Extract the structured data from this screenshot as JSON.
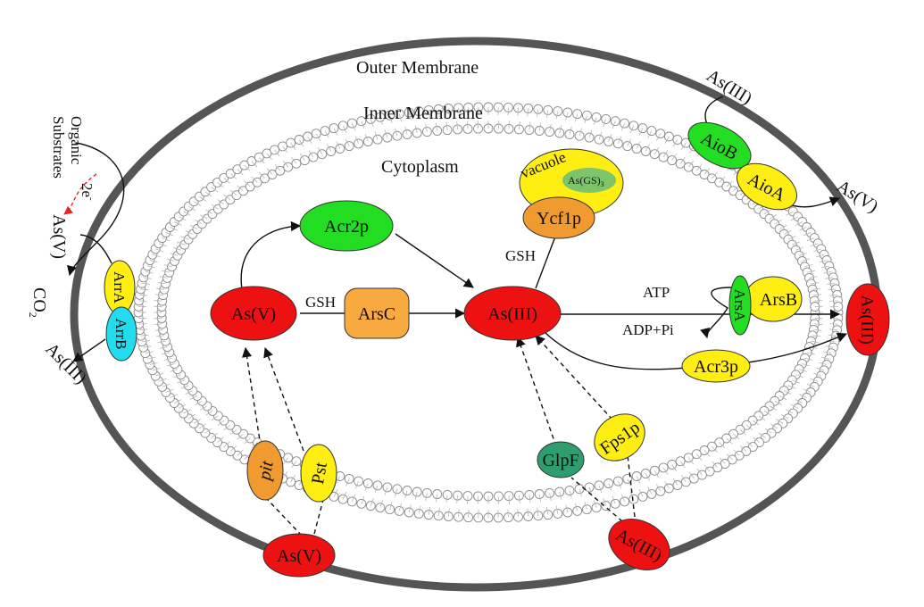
{
  "labels": {
    "outer_membrane": "Outer Membrane",
    "inner_membrane": "Inner Membrane",
    "cytoplasm": "Cytoplasm",
    "vacuole": "vacuole",
    "as_gs3": "As(GS)",
    "as_gs3_sub": "3",
    "gsh_left": "GSH",
    "gsh_top": "GSH",
    "atp": "ATP",
    "adp_pi": "ADP+Pi",
    "organic_substrates": [
      "Organic",
      "Substrates"
    ],
    "electrons": "2e",
    "electrons_sup": "-",
    "co2": "CO",
    "co2_sub": "2"
  },
  "nodes": {
    "as_v_center": "As(V)",
    "as_iii_center": "As(III)",
    "acr2p": "Acr2p",
    "arsc": "ArsC",
    "ycf1p": "Ycf1p",
    "aiob": "AioB",
    "aioa": "AioA",
    "arsa": "ArsA",
    "arsb": "ArsB",
    "acr3p": "Acr3p",
    "glpf": "GlpF",
    "fps1p": "Fps1p",
    "pit": "pit",
    "pst": "Pst",
    "arra": "ArrA",
    "arrb": "ArrB",
    "as_iii_top": "As(III)",
    "as_v_top_right": "As(V)",
    "as_iii_right_out": "As(III)",
    "as_v_bottom": "As(V)",
    "as_iii_bottom": "As(III)",
    "as_v_left": "As(V)",
    "as_iii_left": "As(III)"
  },
  "colors": {
    "red": "#ee1111",
    "green": "#22dd22",
    "yellow": "#ffee11",
    "orange": "#f09a30",
    "light_orange": "#f8aa40",
    "cyan": "#22ddee",
    "teal": "#2e9e6e",
    "vacuole_green": "#7dc46a",
    "membrane_outer": "#555555",
    "bilayer_head": "#9a9a9a",
    "dashed_red": "#ee2222"
  }
}
